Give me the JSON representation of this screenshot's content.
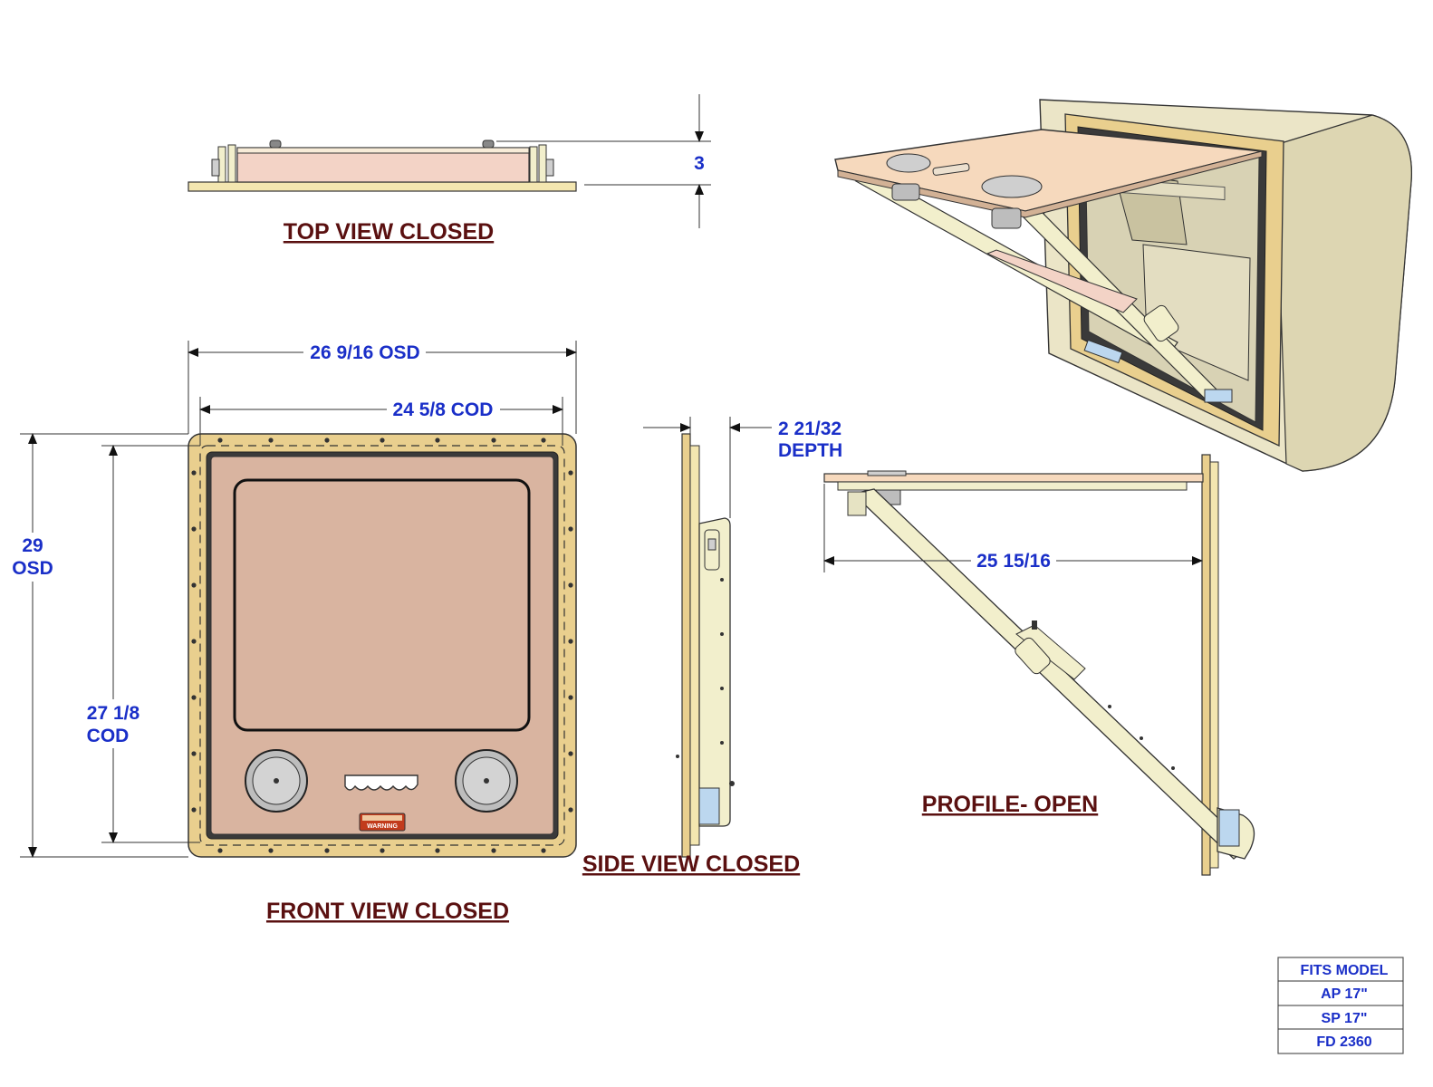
{
  "views": {
    "top": {
      "caption": "TOP VIEW CLOSED",
      "thickness": "3"
    },
    "front": {
      "caption": "FRONT VIEW CLOSED",
      "osd_width": "26 9/16 OSD",
      "cod_width": "24 5/8 COD",
      "osd_height_value": "29",
      "osd_height_unit": "OSD",
      "cod_height_value": "27 1/8",
      "cod_height_unit": "COD",
      "warning_label": "WARNING"
    },
    "side": {
      "caption": "SIDE VIEW CLOSED",
      "depth_value": "2 21/32",
      "depth_unit": "DEPTH"
    },
    "profile": {
      "caption": "PROFILE- OPEN",
      "reach": "25 15/16"
    }
  },
  "title_block": {
    "header": "FITS MODEL",
    "models": [
      "AP 17\"",
      "SP 17\"",
      "FD 2360"
    ]
  },
  "colors": {
    "dimension_text": "#1a2fc8",
    "caption_text": "#5a1010",
    "flange": "#e9cf8e",
    "door_panel": "#d9b4a0",
    "table_top": "#f6d9bd",
    "arm": "#f2efcc",
    "enclosure": "#ebe5c7"
  }
}
